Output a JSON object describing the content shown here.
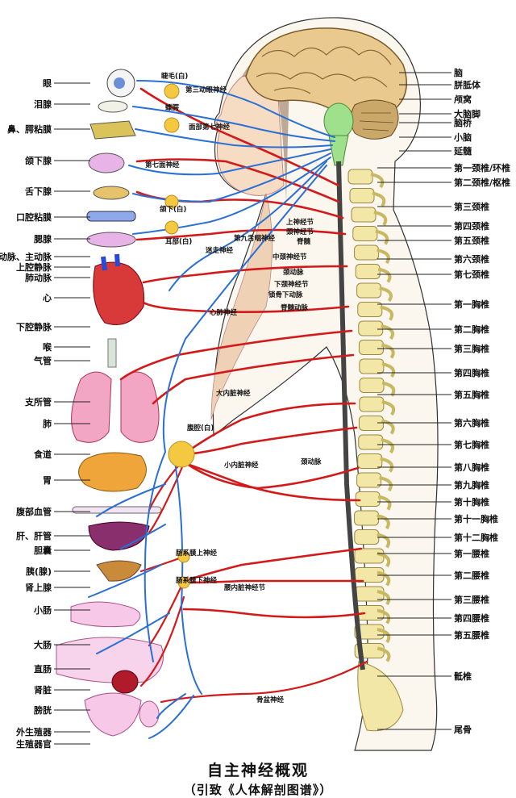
{
  "title": "自主神经概观",
  "source": "（引致《人体解剖图谱》）",
  "colors": {
    "sympathetic": "#d21a1a",
    "parasympathetic": "#2a6fd6",
    "bone": "#f3e7a8",
    "ganglion": "#f5c842",
    "skin": "#f7dcc4"
  },
  "organs_left": [
    "眼",
    "泪腺",
    "鼻、腭粘膜",
    "颌下腺",
    "舌下腺",
    "口腔粘膜",
    "腮腺",
    "大动脉、主动脉",
    "上腔静脉",
    "肺动脉",
    "心",
    "下腔静脉",
    "喉",
    "气管",
    "支所管",
    "肺",
    "食道",
    "胃",
    "腹部血管",
    "肝、肝管",
    "胆囊",
    "胰(腺)",
    "肾上腺",
    "小肠",
    "大肠",
    "直肠",
    "肾脏",
    "膀胱",
    "外生殖器",
    "生殖器官"
  ],
  "spine_right": [
    "脑",
    "胼胝体",
    "颅窝",
    "大脑脚",
    "脑桥",
    "小脑",
    "延髓",
    "第一颈椎/环椎",
    "第二颈椎/枢椎",
    "第三颈椎",
    "第四颈椎",
    "第五颈椎",
    "第六颈椎",
    "第七颈椎",
    "第一胸椎",
    "第二胸椎",
    "第三胸椎",
    "第四胸椎",
    "第五胸椎",
    "第六胸椎",
    "第七胸椎",
    "第八胸椎",
    "第九胸椎",
    "第十胸椎",
    "第十一胸椎",
    "第十二胸椎",
    "第一腰椎",
    "第二腰椎",
    "第三腰椎",
    "第四腰椎",
    "第五腰椎",
    "骶椎",
    "尾骨"
  ],
  "inner": [
    "睫毛(白)",
    "第三动眼神经",
    "蝶腭",
    "面部第七神经",
    "第七面神经",
    "颌下(白)",
    "耳部(白)",
    "第九舌咽神经",
    "迷走神经",
    "上神经节",
    "颈神经节",
    "脊髓",
    "中颈神经节",
    "颈动脉",
    "下颈神经节",
    "锁骨下动脉",
    "脊髓动脉",
    "心肺神经",
    "大内脏神经",
    "腹腔(白)",
    "小内脏神经",
    "颈动脉",
    "肠系膜上神经",
    "肠系膜下神经",
    "腰内脏神经节",
    "骨盆神经"
  ]
}
